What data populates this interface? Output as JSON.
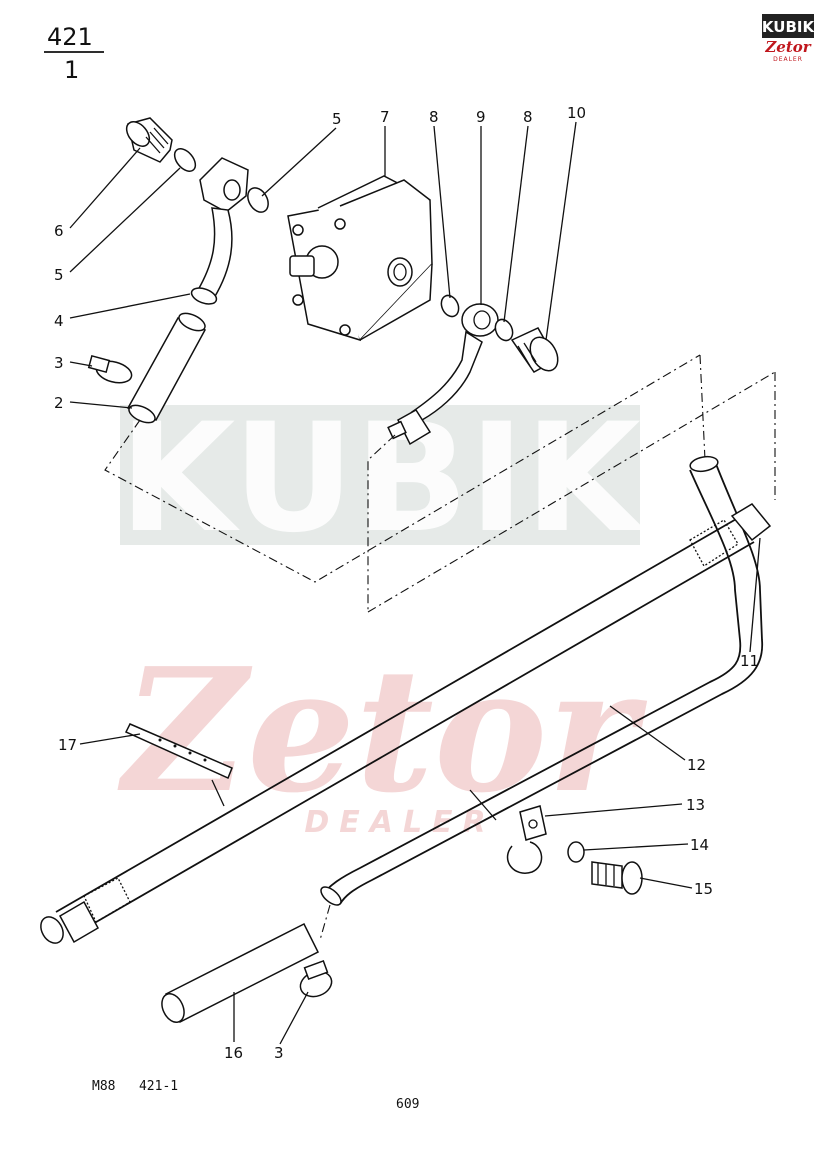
{
  "header": {
    "group": "421",
    "sheet": "1"
  },
  "logo": {
    "brand": "KUBIK",
    "sub": "Zetor",
    "tag": "DEALER"
  },
  "watermark": {
    "main": "KUBIK",
    "script": "Zetor",
    "tag": "DEALER"
  },
  "callouts": {
    "c6": "6",
    "c5a": "5",
    "c4": "4",
    "c3a": "3",
    "c2": "2",
    "c5b": "5",
    "c7": "7",
    "c8a": "8",
    "c9": "9",
    "c8b": "8",
    "c10": "10",
    "c11": "11",
    "c12": "12",
    "c13": "13",
    "c14": "14",
    "c15": "15",
    "c16": "16",
    "c3b": "3",
    "c17": "17"
  },
  "footer": {
    "ref": "M88   421-1",
    "page": "609"
  }
}
